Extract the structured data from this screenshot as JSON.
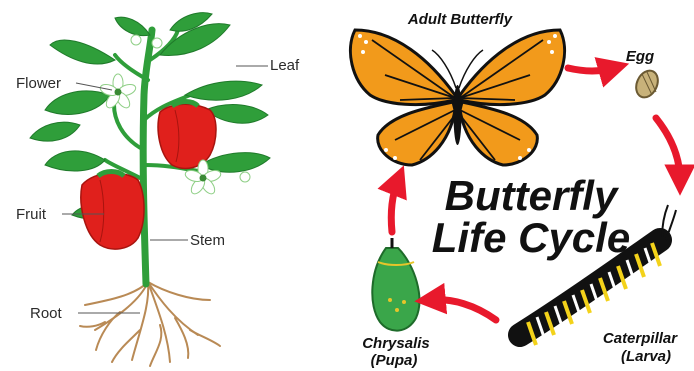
{
  "plant": {
    "labels": {
      "flower": "Flower",
      "leaf": "Leaf",
      "fruit": "Fruit",
      "stem": "Stem",
      "root": "Root"
    },
    "colors": {
      "leaf": "#2f9e3a",
      "leaf_dark": "#1f7a2a",
      "fruit": "#e0201c",
      "root": "#b98a55"
    }
  },
  "butterfly_cycle": {
    "title_line1": "Butterfly",
    "title_line2": "Life Cycle",
    "stages": {
      "adult": "Adult Butterfly",
      "egg": "Egg",
      "larva_line1": "Caterpillar",
      "larva_line2": "(Larva)",
      "pupa_line1": "Chrysalis",
      "pupa_line2": "(Pupa)"
    },
    "colors": {
      "arrow": "#e8192c",
      "wing": "#f29a1b",
      "chrysalis": "#3aa64a"
    }
  }
}
